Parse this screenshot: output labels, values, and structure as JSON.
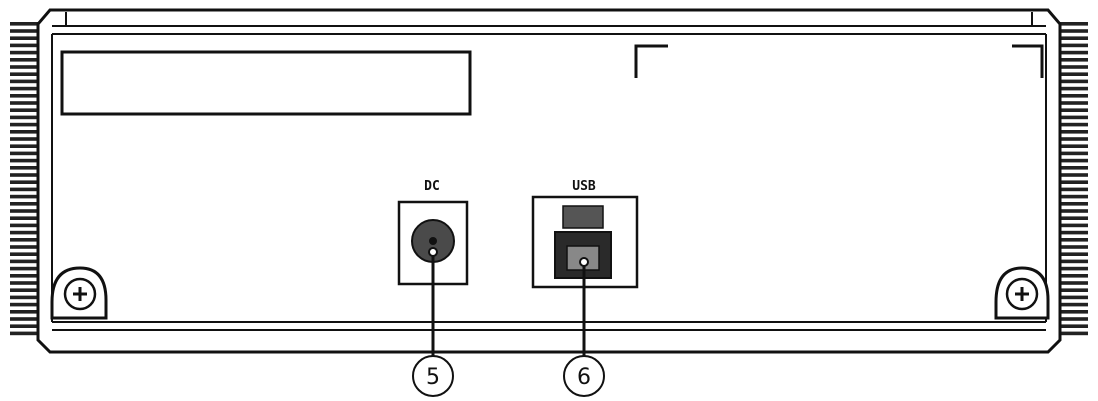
{
  "ports": {
    "dc": {
      "label": "DC",
      "callout": "5"
    },
    "usb": {
      "label": "USB",
      "callout": "6"
    }
  },
  "colors": {
    "outline": "#111111",
    "panel": "#ffffff",
    "dc_jack": "#4a4a4a",
    "usb_connector": "#2a2a2a",
    "usb_insert": "#888888"
  },
  "icons": {
    "left_screw": "screw-icon",
    "right_screw": "screw-icon"
  }
}
